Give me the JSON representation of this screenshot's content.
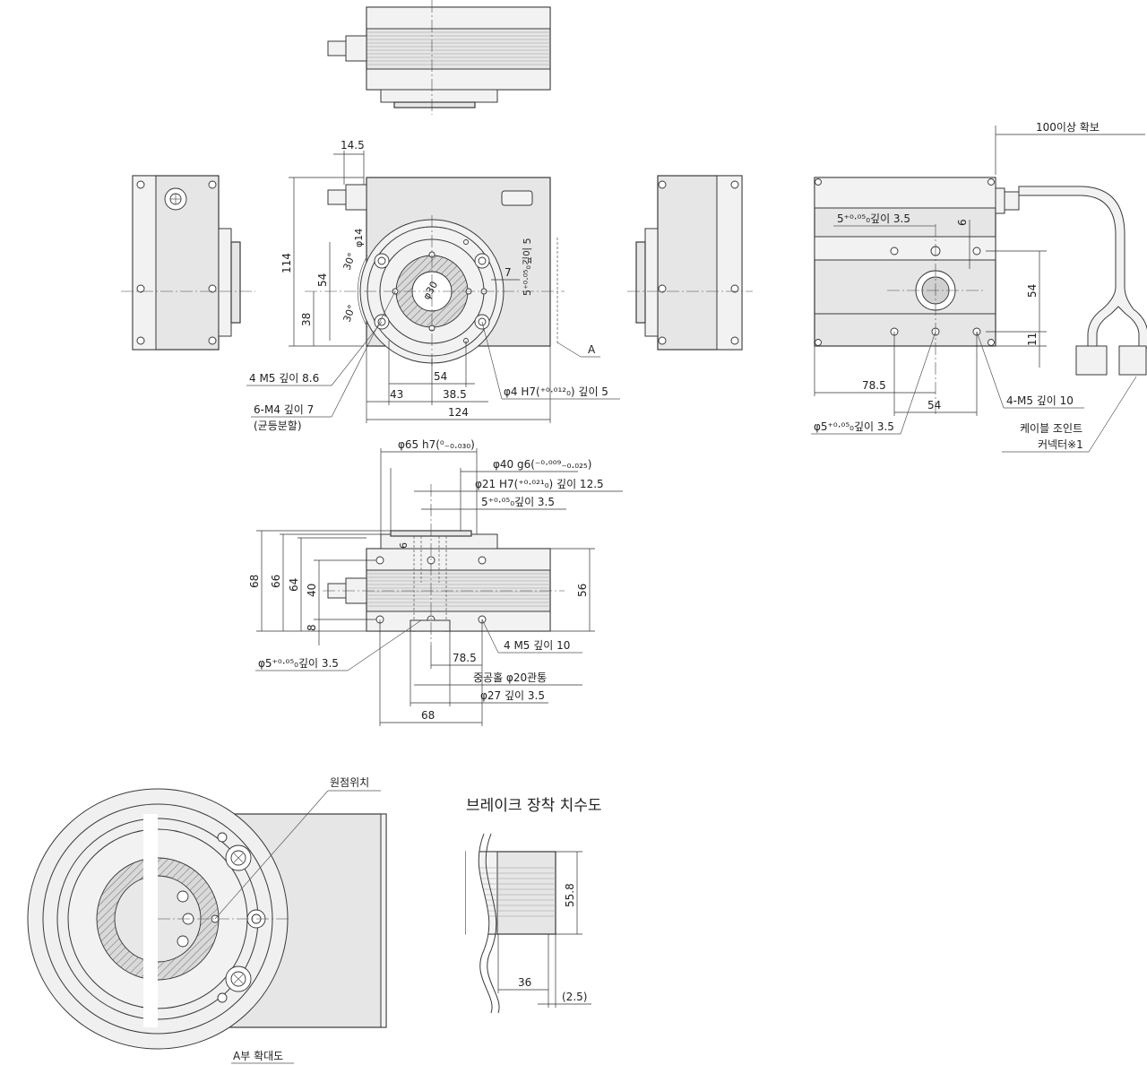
{
  "front_view": {
    "dim_14_5": "14.5",
    "dim_114": "114",
    "dim_54_left": "54",
    "dim_38": "38",
    "dim_phi14": "φ14",
    "dim_phi30": "φ30",
    "angle_top": "30°",
    "angle_bottom": "30°",
    "dim_7": "7",
    "hole_5_depth5": "5⁺⁰·⁰⁵₀깊이 5",
    "label_m5": "4   M5 깊이 8.6",
    "label_m4": "6-M4 깊이 7",
    "label_m4_sub": "(균등분할)",
    "dim_54_bottom": "54",
    "dim_43": "43",
    "dim_38_5": "38.5",
    "dim_124": "124",
    "label_phi4": "φ4 H7(⁺⁰·⁰¹²₀) 깊이 5",
    "label_A": "A"
  },
  "right_view": {
    "dim_100": "100이상 확보",
    "hole_5": "5⁺⁰·⁰⁵₀깊이 3.5",
    "dim_6": "6",
    "dim_54": "54",
    "dim_11": "11",
    "dim_78_5": "78.5",
    "dim_54_bottom": "54",
    "label_m5": "4-M5 깊이 10",
    "label_phi5": "φ5⁺⁰·⁰⁵₀깊이 3.5",
    "label_cable": "케이블 조인트",
    "label_connector": "커넥터※1"
  },
  "side_view": {
    "label_phi65": "φ65 h7(⁰₋₀.₀₃₀)",
    "label_phi40": "φ40 g6(⁻⁰·⁰⁰⁹₋₀.₀₂₅)",
    "label_phi21": "φ21 H7(⁺⁰·⁰²¹₀) 깊이 12.5",
    "label_hole5": "5⁺⁰·⁰⁵₀깊이 3.5",
    "dim_6": "6",
    "dim_68": "68",
    "dim_66": "66",
    "dim_64": "64",
    "dim_40": "40",
    "dim_8": "8",
    "dim_56": "56",
    "label_m5": "4   M5 깊이 10",
    "label_phi5": "φ5⁺⁰·⁰⁵₀깊이 3.5",
    "dim_78_5": "78.5",
    "label_hollow": "중공홀 φ20관통",
    "label_phi27": "φ27 깊이 3.5",
    "dim_68_bottom": "68"
  },
  "detail_a": {
    "label_origin": "원점위치",
    "title": "A부 확대도"
  },
  "brake": {
    "title": "브레이크 장착 치수도",
    "dim_55_8": "55.8",
    "dim_36": "36",
    "dim_2_5": "(2.5)"
  }
}
